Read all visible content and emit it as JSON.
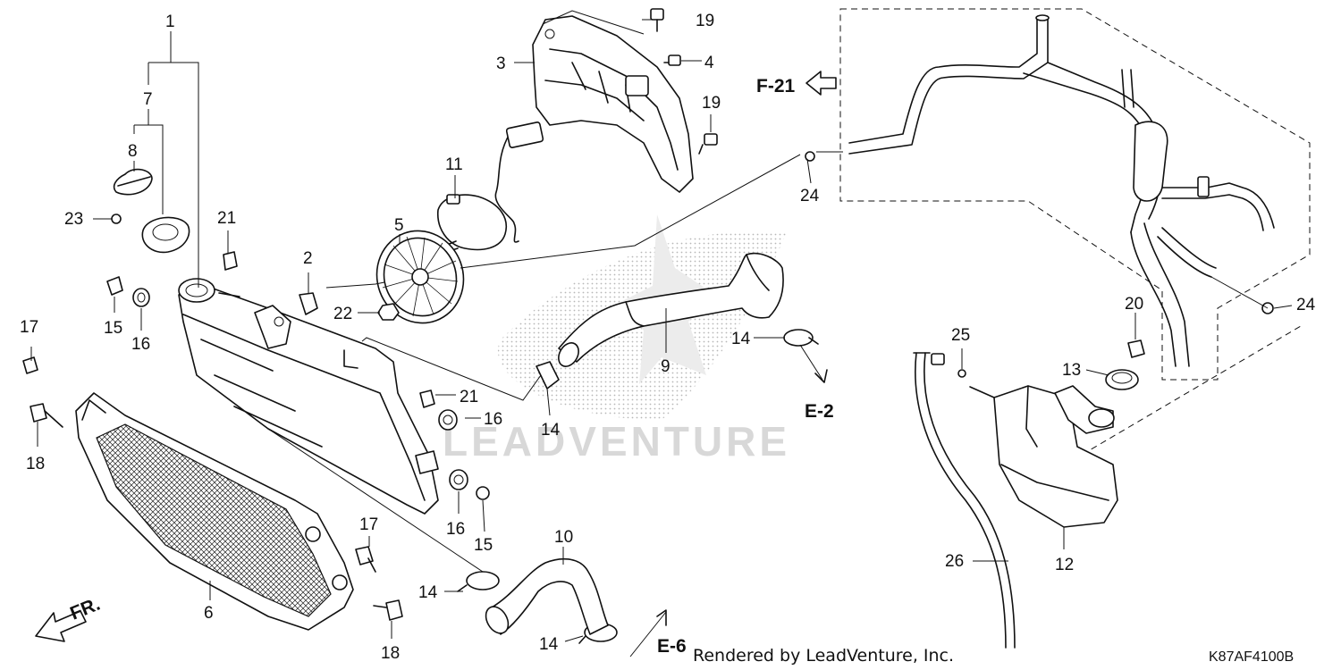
{
  "diagram": {
    "callouts": [
      {
        "id": "c1",
        "text": "1"
      },
      {
        "id": "c2",
        "text": "2"
      },
      {
        "id": "c3",
        "text": "3"
      },
      {
        "id": "c4",
        "text": "4"
      },
      {
        "id": "c5",
        "text": "5"
      },
      {
        "id": "c6",
        "text": "6"
      },
      {
        "id": "c7",
        "text": "7"
      },
      {
        "id": "c8",
        "text": "8"
      },
      {
        "id": "c9",
        "text": "9"
      },
      {
        "id": "c10",
        "text": "10"
      },
      {
        "id": "c11",
        "text": "11"
      },
      {
        "id": "c12",
        "text": "12"
      },
      {
        "id": "c13",
        "text": "13"
      },
      {
        "id": "c14a",
        "text": "14"
      },
      {
        "id": "c14b",
        "text": "14"
      },
      {
        "id": "c14c",
        "text": "14"
      },
      {
        "id": "c14d",
        "text": "14"
      },
      {
        "id": "c15a",
        "text": "15"
      },
      {
        "id": "c15b",
        "text": "15"
      },
      {
        "id": "c16a",
        "text": "16"
      },
      {
        "id": "c16b",
        "text": "16"
      },
      {
        "id": "c16c",
        "text": "16"
      },
      {
        "id": "c17a",
        "text": "17"
      },
      {
        "id": "c17b",
        "text": "17"
      },
      {
        "id": "c18a",
        "text": "18"
      },
      {
        "id": "c18b",
        "text": "18"
      },
      {
        "id": "c19a",
        "text": "19"
      },
      {
        "id": "c19b",
        "text": "19"
      },
      {
        "id": "c20",
        "text": "20"
      },
      {
        "id": "c21a",
        "text": "21"
      },
      {
        "id": "c21b",
        "text": "21"
      },
      {
        "id": "c22",
        "text": "22"
      },
      {
        "id": "c23",
        "text": "23"
      },
      {
        "id": "c24a",
        "text": "24"
      },
      {
        "id": "c24b",
        "text": "24"
      },
      {
        "id": "c25",
        "text": "25"
      },
      {
        "id": "c26",
        "text": "26"
      }
    ],
    "references": {
      "f21": "F-21",
      "e2": "E-2",
      "e6": "E-6",
      "front": "FR."
    },
    "footer": {
      "rendered_by": "Rendered by LeadVenture, Inc.",
      "diagram_code": "K87AF4100B"
    },
    "watermark": "LEADVENTURE"
  }
}
